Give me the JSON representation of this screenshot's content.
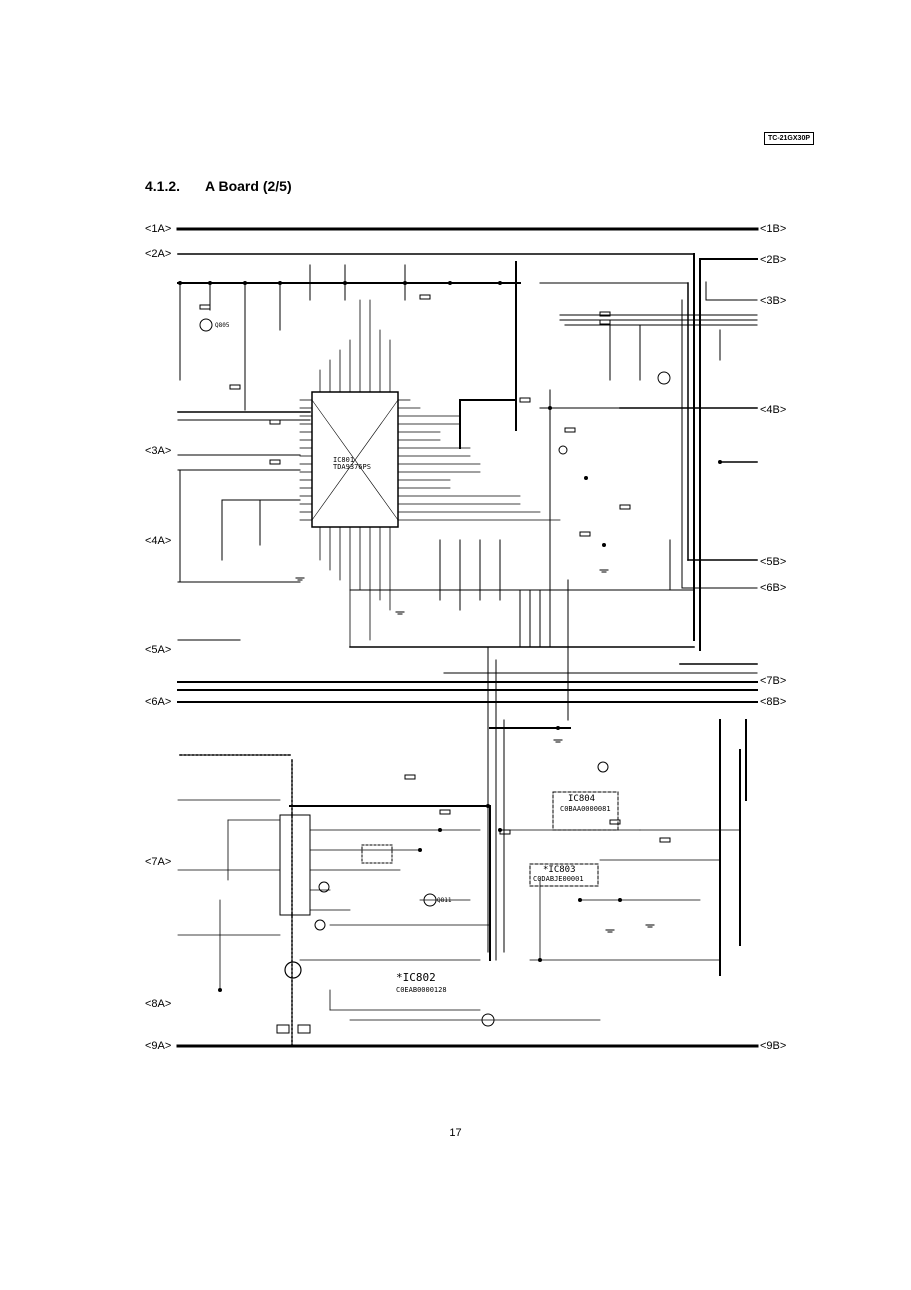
{
  "header": {
    "model": "TC-21GX30P"
  },
  "section": {
    "number": "4.1.2.",
    "title": "A Board (2/5)"
  },
  "connectors_left": [
    "<1A>",
    "<2A>",
    "<3A>",
    "<4A>",
    "<5A>",
    "<6A>",
    "<7A>",
    "<8A>",
    "<9A>"
  ],
  "connectors_right": [
    "<1B>",
    "<2B>",
    "<3B>",
    "<4B>",
    "<5B>",
    "<6B>",
    "<7B>",
    "<8B>",
    "<9B>"
  ],
  "ic_labels": {
    "ic801": "IC801",
    "ic801_part": "TDA9376PS",
    "ic802": "*IC802",
    "ic802_part": "C0EAB0000128",
    "ic803": "*IC803",
    "ic803_part": "C0DABJE00001",
    "ic804": "IC804",
    "ic804_part": "C0BAA0000081",
    "q805": "Q805",
    "q811": "Q811"
  },
  "page": {
    "number": "17"
  }
}
